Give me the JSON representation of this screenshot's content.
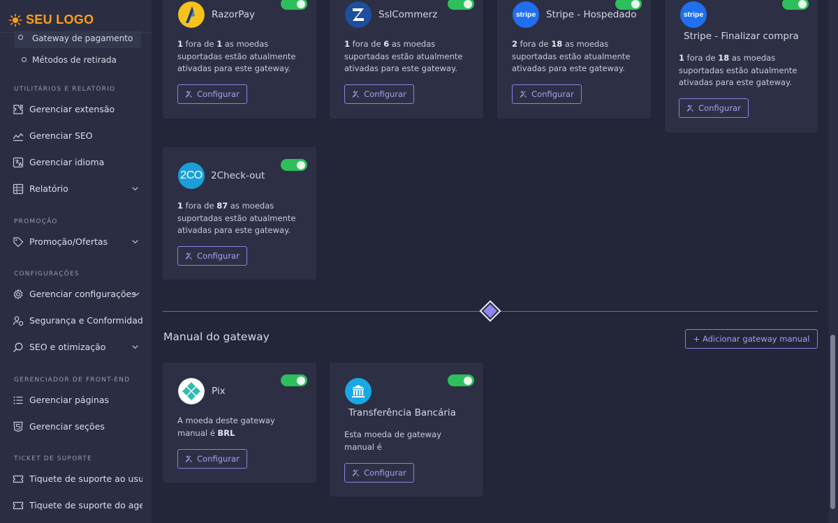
{
  "brand": {
    "logo_text": "SEU LOGO",
    "accent": "#ff9f1a"
  },
  "sidebar": {
    "active_sub": "Gateway de pagamento",
    "sub_item": "Métodos de retirada",
    "sections": [
      {
        "label": "UTILITÁRIOS E RELATÓRIO"
      },
      {
        "label": "PROMOÇÃO"
      },
      {
        "label": "CONFIGURAÇÕES"
      },
      {
        "label": "GERENCIADOR DE FRONT-END"
      },
      {
        "label": "TICKET DE SUPORTE"
      }
    ],
    "items": [
      {
        "label": "Gerenciar extensão",
        "icon": "puzzle-icon"
      },
      {
        "label": "Gerenciar SEO",
        "icon": "chart-icon"
      },
      {
        "label": "Gerenciar idioma",
        "icon": "language-icon"
      },
      {
        "label": "Relatório",
        "icon": "grid-icon",
        "expandable": true
      },
      {
        "label": "Promoção/Ofertas",
        "icon": "tag-icon",
        "expandable": true
      },
      {
        "label": "Gerenciar configurações",
        "icon": "gear-icon",
        "expandable": true
      },
      {
        "label": "Segurança e Conformidade",
        "icon": "user-shield-icon"
      },
      {
        "label": "SEO e otimização",
        "icon": "search-icon",
        "expandable": true
      },
      {
        "label": "Gerenciar páginas",
        "icon": "list-icon"
      },
      {
        "label": "Gerenciar seções",
        "icon": "html-icon"
      },
      {
        "label": "Tiquete de suporte ao usuário",
        "icon": "ticket-icon"
      },
      {
        "label": "Tiquete de suporte do agente",
        "icon": "ticket-icon"
      }
    ]
  },
  "gateways": [
    {
      "name": "RazorPay",
      "pre": "1",
      "mid": " fora de ",
      "total": "1",
      "post": " as moedas suportadas estão atualmente ativadas para este gateway.",
      "icon": "razorpay-icon",
      "button": "Configurar"
    },
    {
      "name": "SslCommerz",
      "pre": "1",
      "mid": " fora de ",
      "total": "6",
      "post": " as moedas suportadas estão atualmente ativadas para este gateway.",
      "icon": "sslcommerz-icon",
      "button": "Configurar"
    },
    {
      "name": "Stripe - Hospedado",
      "pre": "2",
      "mid": " fora de ",
      "total": "18",
      "post": " as moedas suportadas estão atualmente ativadas para este gateway.",
      "icon": "stripe-icon",
      "logo_text": "stripe",
      "button": "Configurar"
    },
    {
      "name": "Stripe - Finalizar compra",
      "pre": "1",
      "mid": " fora de ",
      "total": "18",
      "post": " as moedas suportadas estão atualmente ativadas para este gateway.",
      "icon": "stripe-icon",
      "logo_text": "stripe",
      "button": "Configurar"
    },
    {
      "name": "2Check-out",
      "pre": "1",
      "mid": " fora de ",
      "total": "87",
      "post": " as moedas suportadas estão atualmente ativadas para este gateway.",
      "icon": "2checkout-icon",
      "logo_text": "2CO",
      "button": "Configurar"
    }
  ],
  "manual": {
    "title": "Manual do gateway",
    "add_button": "+ Adicionar gateway manual",
    "gateways": [
      {
        "name": "Pix",
        "desc": "A moeda deste gateway manual é ",
        "currency": "BRL",
        "icon": "pix-icon",
        "button": "Configurar"
      },
      {
        "name": "Transferência Bancária",
        "desc": "Esta moeda de gateway manual é",
        "currency": "",
        "icon": "bank-icon",
        "button": "Configurar"
      }
    ]
  },
  "colors": {
    "toggle_on": "#2dbf5b",
    "primary": "#8a80e6",
    "bg": "#232538",
    "card": "#2d3044"
  }
}
